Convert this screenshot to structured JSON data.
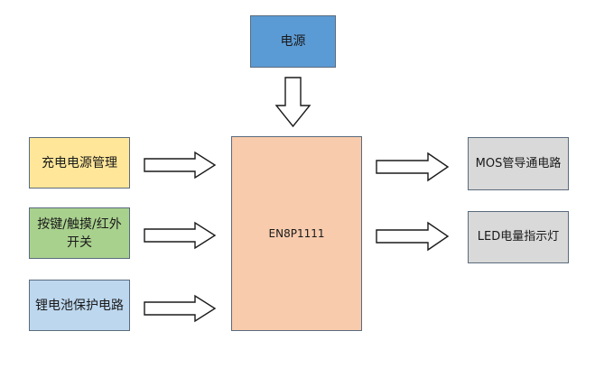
{
  "colors": {
    "power": "#5b9bd5",
    "charge": "#ffe699",
    "switch": "#a9d18e",
    "battery": "#bdd7ee",
    "mcu": "#f8cbad",
    "mos": "#d9d9d9",
    "led": "#d9d9d9",
    "arrow_stroke": "#1a1a1a",
    "arrow_fill": "#ffffff"
  },
  "blocks": {
    "power": "电源",
    "charge": "充电电源管理",
    "switch": "按键/触摸/红外开关",
    "battery": "锂电池保护电路",
    "mcu": "EN8P1111",
    "mos": "MOS管导通电路",
    "led": "LED电量指示灯"
  },
  "arrows": [
    {
      "from": "power",
      "to": "mcu"
    },
    {
      "from": "charge",
      "to": "mcu"
    },
    {
      "from": "switch",
      "to": "mcu"
    },
    {
      "from": "battery",
      "to": "mcu"
    },
    {
      "from": "mcu",
      "to": "mos"
    },
    {
      "from": "mcu",
      "to": "led"
    }
  ]
}
